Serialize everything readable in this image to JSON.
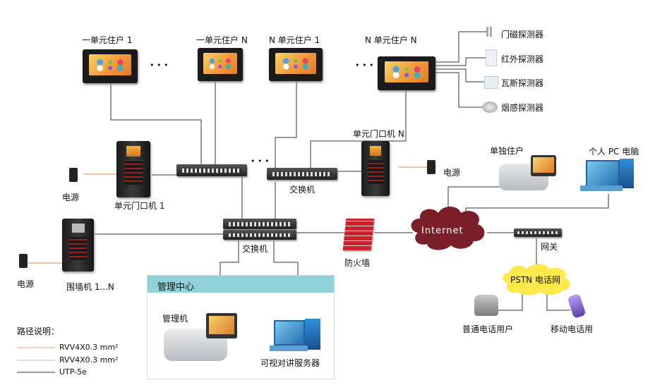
{
  "units": {
    "unit1_resident1": "一单元住户 1",
    "unit1_residentN": "一单元住户 N",
    "unitN_resident1": "N 单元住户 1",
    "unitN_residentN": "N 单元住户 N",
    "ellipsis": "• • •"
  },
  "detectors": {
    "door": "门磁探测器",
    "infrared": "红外探测器",
    "gas": "瓦斯探测器",
    "smoke": "烟感探测器"
  },
  "doorstations": {
    "unit1": "单元门口机 1",
    "unitN": "单元门口机 N",
    "wall": "围墙机 1...N"
  },
  "power": "电源",
  "switch_label": "交换机",
  "core_switch_label": "交换机",
  "firewall": "防火墙",
  "internet": "Internet",
  "gateway": "网关",
  "pstn": "PSTN 电话网",
  "single_resident": "单独住户",
  "pc": "个人 PC 电脑",
  "ordinary_phone": "普通电话用户",
  "mobile_phone": "移动电话用",
  "management": {
    "title": "管理中心",
    "terminal": "管理机",
    "server": "可视对讲服务器"
  },
  "legend": {
    "title": "路径说明：",
    "items": [
      {
        "label": "RVV4X0.3 mm²",
        "color": "#f0a060"
      },
      {
        "label": "RVV4X0.3 mm²",
        "color": "#b8b8b8"
      },
      {
        "label": "UTP-5e",
        "color": "#333333"
      }
    ]
  },
  "colors": {
    "power_wire": "#f0a060",
    "data_wire": "#333333",
    "cloud": "#7a1f2a",
    "pstn": "#ffe94a",
    "center_head": "#8fd3d8"
  }
}
